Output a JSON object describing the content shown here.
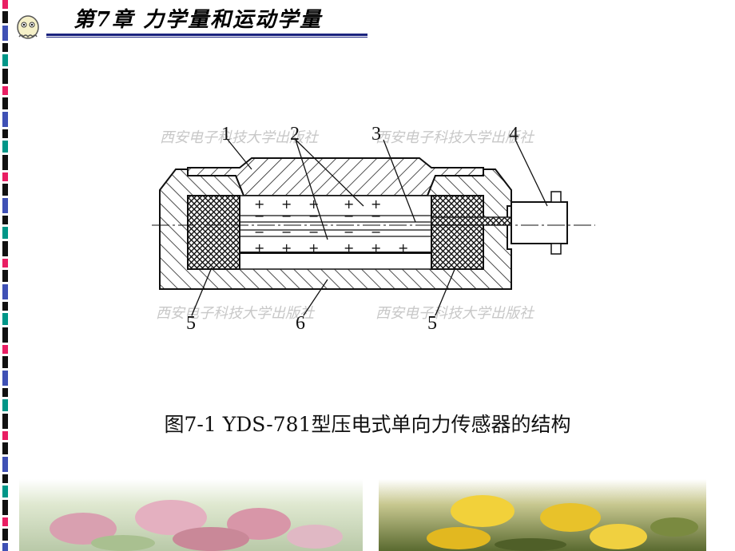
{
  "header": {
    "title": "第7章  力学量和运动学量"
  },
  "figure": {
    "callouts": [
      "1",
      "2",
      "3",
      "4",
      "5",
      "6",
      "5"
    ],
    "watermark": "西安电子科技大学出版社",
    "signs": {
      "plus": "+",
      "minus": "−"
    }
  },
  "caption": "图7-1 YDS-781型压电式单向力传感器的结构",
  "colors": {
    "header_rule": "#1a237e",
    "strip_pink": "#e91e63",
    "strip_blue": "#3f51b5",
    "strip_green": "#009688",
    "strip_black": "#111111"
  }
}
